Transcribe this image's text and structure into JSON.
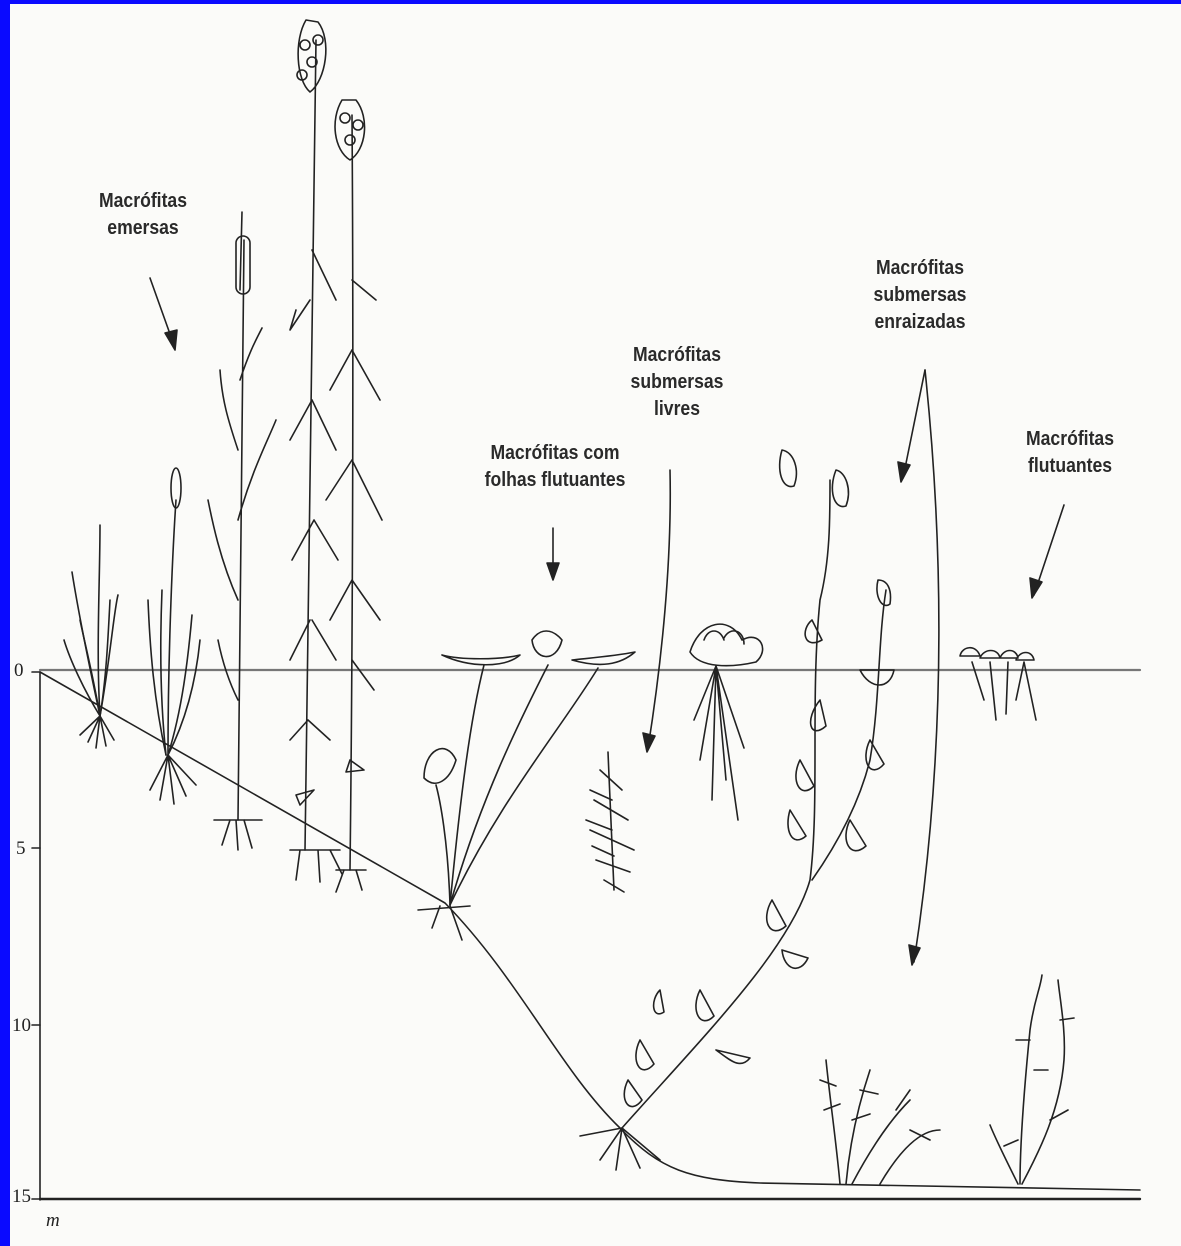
{
  "labels": {
    "emersas": [
      "Macrófitas",
      "emersas"
    ],
    "folhas_flutuantes": [
      "Macrófitas com",
      "folhas flutuantes"
    ],
    "submersas_livres": [
      "Macrófitas",
      "submersas",
      "livres"
    ],
    "submersas_enraizadas": [
      "Macrófitas",
      "submersas",
      "enraizadas"
    ],
    "flutuantes": [
      "Macrófitas",
      "flutuantes"
    ]
  },
  "depth_axis": {
    "ticks": [
      "0",
      "5",
      "10",
      "15"
    ],
    "unit": "m"
  },
  "colors": {
    "frame": "#0a0aff",
    "ink": "#222222",
    "paper": "#fbfbf9"
  }
}
